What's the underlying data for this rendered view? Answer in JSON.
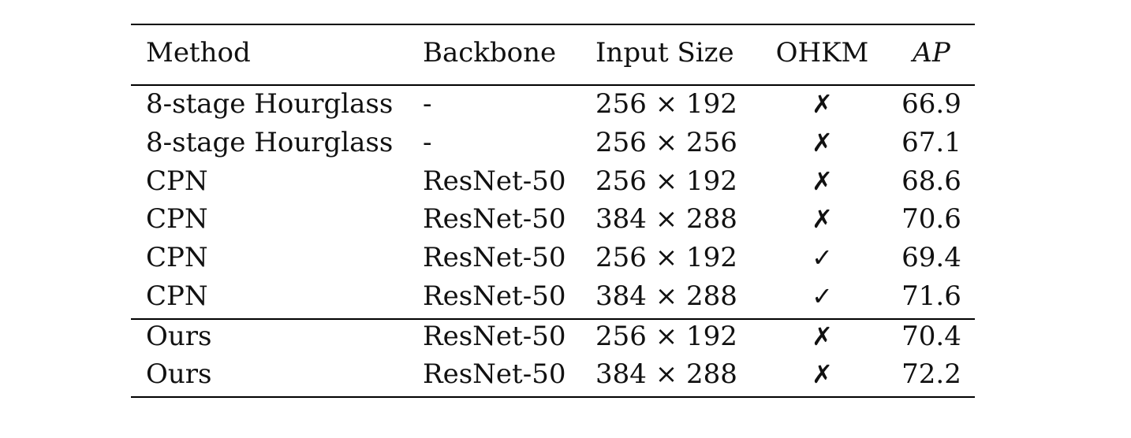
{
  "table": {
    "headers": {
      "method": "Method",
      "backbone": "Backbone",
      "input_size": "Input Size",
      "ohkm": "OHKM",
      "ap": "AP"
    },
    "rows": [
      {
        "method": "8-stage Hourglass",
        "backbone": "-",
        "input_size": "256 × 192",
        "ohkm": "✗",
        "ap": "66.9"
      },
      {
        "method": "8-stage Hourglass",
        "backbone": "-",
        "input_size": "256 × 256",
        "ohkm": "✗",
        "ap": "67.1"
      },
      {
        "method": "CPN",
        "backbone": "ResNet-50",
        "input_size": "256 × 192",
        "ohkm": "✗",
        "ap": "68.6"
      },
      {
        "method": "CPN",
        "backbone": "ResNet-50",
        "input_size": "384 × 288",
        "ohkm": "✗",
        "ap": "70.6"
      },
      {
        "method": "CPN",
        "backbone": "ResNet-50",
        "input_size": "256 × 192",
        "ohkm": "✓",
        "ap": "69.4"
      },
      {
        "method": "CPN",
        "backbone": "ResNet-50",
        "input_size": "384 × 288",
        "ohkm": "✓",
        "ap": "71.6"
      },
      {
        "method": "Ours",
        "backbone": "ResNet-50",
        "input_size": "256 × 192",
        "ohkm": "✗",
        "ap": "70.4"
      },
      {
        "method": "Ours",
        "backbone": "ResNet-50",
        "input_size": "384 × 288",
        "ohkm": "✗",
        "ap": "72.2"
      }
    ]
  }
}
